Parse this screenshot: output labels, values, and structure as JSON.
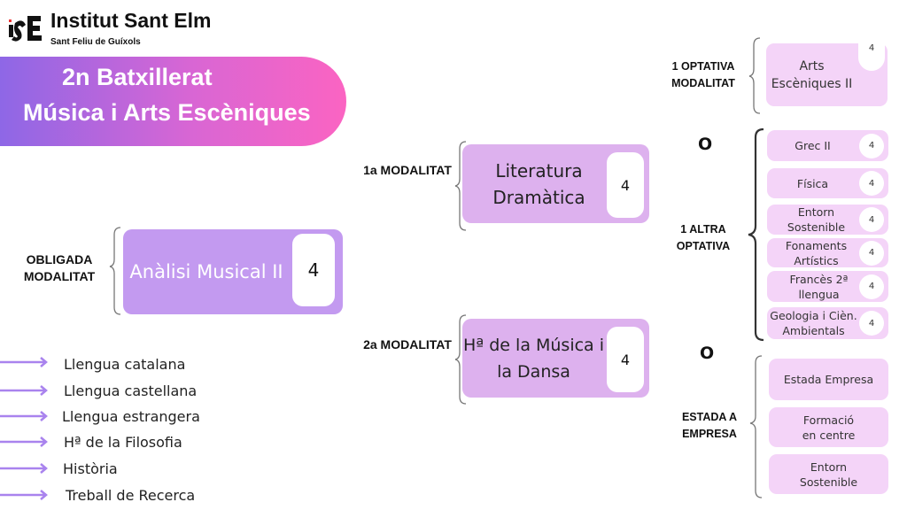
{
  "header": {
    "institution": "Institut Sant Elm",
    "city": "Sant Feliu de Guíxols",
    "logo_text": "iSE"
  },
  "banner": {
    "line1": "2n Batxillerat",
    "line2": "Música i Arts Escèniques"
  },
  "obligada": {
    "label": "OBLIGADA MODALITAT",
    "subject": "Anàlisi Musical II",
    "hours": "4"
  },
  "modalitat1": {
    "label": "1a MODALITAT",
    "subject": "Literatura Dramàtica",
    "hours": "4"
  },
  "modalitat2": {
    "label": "2a MODALITAT",
    "subject": "Hª de la Música i la Dansa",
    "hours": "4"
  },
  "optativa_modalitat": {
    "label": "1 OPTATIVA MODALITAT",
    "subject": "Arts Escèniques II",
    "hours": "4"
  },
  "or1": "O",
  "altra_optativa": {
    "label": "1 ALTRA OPTATIVA",
    "items": [
      {
        "name": "Grec II",
        "hours": "4"
      },
      {
        "name": "Física",
        "hours": "4"
      },
      {
        "name": "Entorn Sostenible",
        "hours": "4"
      },
      {
        "name": "Fonaments Artístics",
        "hours": "4"
      },
      {
        "name": "Francès 2ª llengua",
        "hours": "4"
      },
      {
        "name": "Geologia i Cièn. Ambientals",
        "hours": "4"
      }
    ]
  },
  "or2": "O",
  "estada": {
    "label": "ESTADA A EMPRESA",
    "items": [
      "Estada Empresa",
      "Formació en centre",
      "Entorn Sostenible"
    ]
  },
  "common": [
    "Llengua catalana",
    "Llengua castellana",
    "Llengua estrangera",
    "Hª de la Filosofia",
    "Història",
    "Treball de Recerca"
  ],
  "colors": {
    "main": "#c39af0",
    "modalitat": "#ddb1ee",
    "optativa": "#f4d4f8",
    "arrow": "#a983ee"
  }
}
